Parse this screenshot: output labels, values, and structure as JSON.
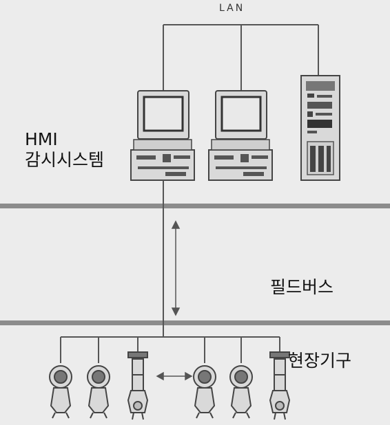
{
  "diagram": {
    "lan_label": "LAN",
    "hmi_title": "HMI",
    "hmi_subtitle": "감시시스템",
    "fieldbus_label": "필드버스",
    "field_devices_label": "현장기구"
  },
  "colors": {
    "background": "#ececec",
    "line": "#555555",
    "bus_band": "#8c8c8c",
    "device_fill": "#d9d9d9",
    "screen": "#3a3a3a"
  },
  "icons": [
    "computer-icon",
    "computer-icon",
    "server-tower-icon",
    "transmitter-icon",
    "valve-icon",
    "double-arrow-icon"
  ]
}
